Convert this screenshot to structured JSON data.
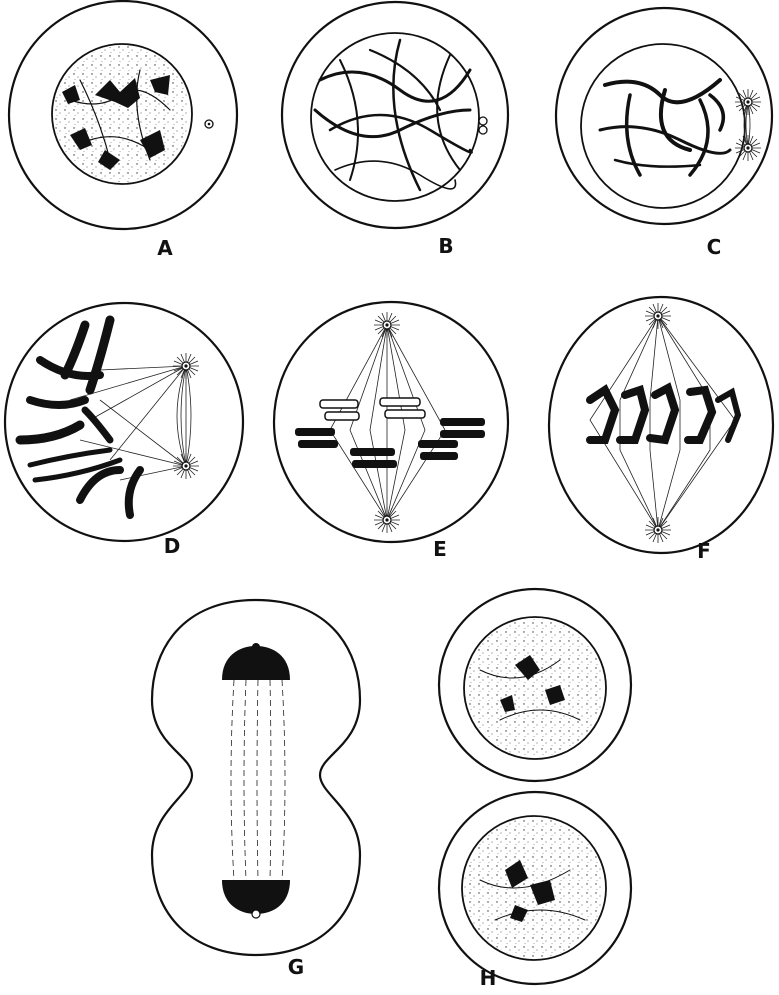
{
  "figure": {
    "panels": [
      {
        "id": "A",
        "label": "A"
      },
      {
        "id": "B",
        "label": "B"
      },
      {
        "id": "C",
        "label": "C"
      },
      {
        "id": "D",
        "label": "D"
      },
      {
        "id": "E",
        "label": "E"
      },
      {
        "id": "F",
        "label": "F"
      },
      {
        "id": "G",
        "label": "G"
      },
      {
        "id": "H",
        "label": "H"
      }
    ],
    "colors": {
      "ink": "#111111",
      "background": "#ffffff"
    }
  }
}
